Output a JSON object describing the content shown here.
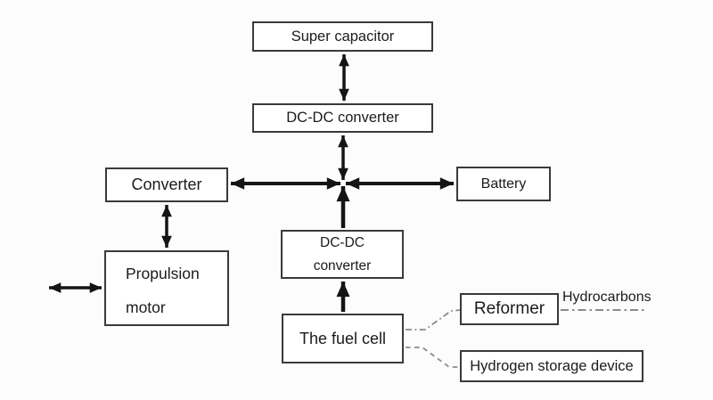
{
  "diagram": {
    "type": "block-diagram",
    "subject": "Fuel cell hybrid power system architecture",
    "nodes": {
      "super_capacitor": {
        "label": "Super capacitor"
      },
      "dcdc_converter_top": {
        "label": "DC-DC converter"
      },
      "converter": {
        "label": "Converter"
      },
      "battery": {
        "label": "Battery"
      },
      "propulsion_motor": {
        "line1": "Propulsion",
        "line2": "motor"
      },
      "dcdc_converter_mid": {
        "line1": "DC-DC",
        "line2": "converter"
      },
      "fuel_cell": {
        "label": "The fuel cell"
      },
      "reformer": {
        "label": "Reformer"
      },
      "hydrogen_storage": {
        "label": "Hydrogen storage device"
      }
    },
    "annotations": {
      "hydrocarbons": "Hydrocarbons"
    },
    "edges": [
      {
        "from": "super_capacitor",
        "to": "dcdc_converter_top",
        "style": "solid",
        "direction": "bidirectional"
      },
      {
        "from": "dcdc_converter_top",
        "to": "dc_bus_junction",
        "style": "solid",
        "direction": "bidirectional"
      },
      {
        "from": "converter",
        "to": "dc_bus_junction",
        "style": "solid",
        "direction": "bidirectional"
      },
      {
        "from": "dc_bus_junction",
        "to": "battery",
        "style": "solid",
        "direction": "bidirectional"
      },
      {
        "from": "dcdc_converter_mid",
        "to": "dc_bus_junction",
        "style": "solid",
        "direction": "one-way"
      },
      {
        "from": "fuel_cell",
        "to": "dcdc_converter_mid",
        "style": "solid",
        "direction": "one-way"
      },
      {
        "from": "converter",
        "to": "propulsion_motor",
        "style": "solid",
        "direction": "bidirectional"
      },
      {
        "from": "propulsion_motor",
        "to": "external_left",
        "style": "solid",
        "direction": "bidirectional"
      },
      {
        "from": "fuel_cell",
        "to": "reformer",
        "style": "dash-dot",
        "direction": "none"
      },
      {
        "from": "fuel_cell",
        "to": "hydrogen_storage",
        "style": "dashed",
        "direction": "none"
      },
      {
        "from": "reformer",
        "to": "hydrocarbons_source",
        "style": "dash-dot",
        "direction": "none"
      }
    ],
    "colors": {
      "background": "#fcfcfc",
      "box_fill": "#ffffff",
      "box_border": "#3a3a3a",
      "arrow": "#141414",
      "dashed_line": "#8a8a8a",
      "text": "#1b1b1b"
    }
  }
}
